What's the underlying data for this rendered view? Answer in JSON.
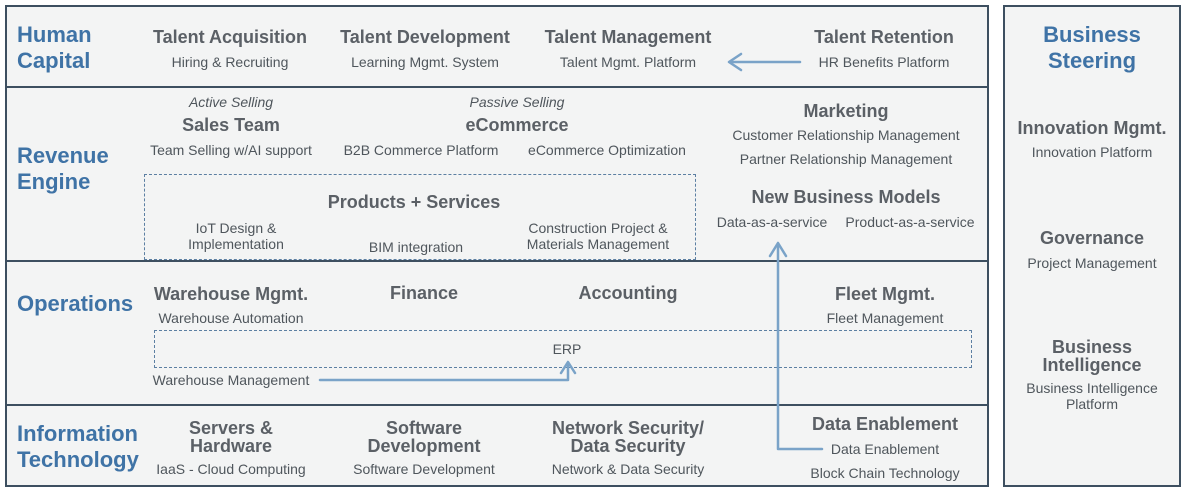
{
  "human_capital": {
    "title_line1": "Human",
    "title_line2": "Capital",
    "items": [
      {
        "heading": "Talent Acquisition",
        "sub": "Hiring & Recruiting"
      },
      {
        "heading": "Talent Development",
        "sub": "Learning Mgmt. System"
      },
      {
        "heading": "Talent Management",
        "sub": "Talent Mgmt. Platform"
      },
      {
        "heading": "Talent Retention",
        "sub": "HR Benefits Platform"
      }
    ]
  },
  "revenue_engine": {
    "title_line1": "Revenue",
    "title_line2": "Engine",
    "sales": {
      "tag": "Active Selling",
      "heading": "Sales Team",
      "sub": "Team Selling w/AI support"
    },
    "ecommerce": {
      "tag": "Passive Selling",
      "heading": "eCommerce",
      "sub1": "B2B Commerce Platform",
      "sub2": "eCommerce Optimization"
    },
    "marketing": {
      "heading": "Marketing",
      "sub1": "Customer Relationship Management",
      "sub2": "Partner Relationship Management"
    },
    "products": {
      "heading": "Products + Services",
      "item1_line1": "IoT Design &",
      "item1_line2": "Implementation",
      "item2": "BIM integration",
      "item3_line1": "Construction Project &",
      "item3_line2": "Materials Management"
    },
    "new_business": {
      "heading": "New Business Models",
      "sub1": "Data-as-a-service",
      "sub2": "Product-as-a-service"
    }
  },
  "operations": {
    "title": "Operations",
    "warehouse": {
      "heading": "Warehouse Mgmt.",
      "sub": "Warehouse Automation"
    },
    "finance": {
      "heading": "Finance"
    },
    "accounting": {
      "heading": "Accounting"
    },
    "fleet": {
      "heading": "Fleet Mgmt.",
      "sub": "Fleet Management"
    },
    "erp": "ERP",
    "warehouse_mgmt": "Warehouse Management"
  },
  "information_technology": {
    "title_line1": "Information",
    "title_line2": "Technology",
    "servers": {
      "heading_line1": "Servers &",
      "heading_line2": "Hardware",
      "sub": "IaaS - Cloud Computing"
    },
    "software": {
      "heading_line1": "Software",
      "heading_line2": "Development",
      "sub": "Software Development"
    },
    "network": {
      "heading_line1": "Network Security/",
      "heading_line2": "Data Security",
      "sub": "Network & Data Security"
    },
    "data": {
      "heading": "Data Enablement",
      "sub1": "Data Enablement",
      "sub2": "Block Chain Technology"
    }
  },
  "business_steering": {
    "title_line1": "Business",
    "title_line2": "Steering",
    "innovation": {
      "heading": "Innovation Mgmt.",
      "sub": "Innovation Platform"
    },
    "governance": {
      "heading": "Governance",
      "sub": "Project Management"
    },
    "bi": {
      "heading_line1": "Business",
      "heading_line2": "Intelligence",
      "sub_line1": "Business Intelligence",
      "sub_line2": "Platform"
    }
  },
  "colors": {
    "accent": "#3f73a6",
    "border": "#3d4f60",
    "arrow": "#7aa3c8",
    "panel": "#f3f4f4"
  }
}
